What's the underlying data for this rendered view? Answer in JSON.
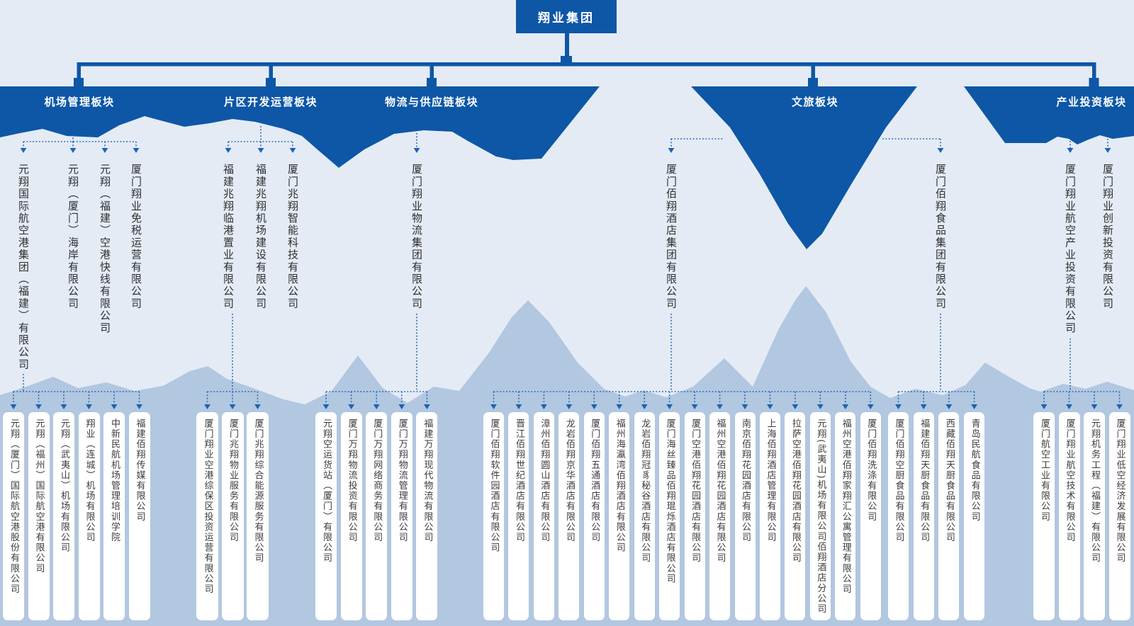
{
  "root": {
    "label": "翔业集团"
  },
  "colors": {
    "banner_blue": "#0d57a6",
    "connector_blue": "#1e63b2",
    "sky": "#e4ebf5",
    "mountain": "#b2c7e0",
    "card": "#ffffff",
    "banner_text": "#ffffff",
    "company_text": "#3c3c3c"
  },
  "divisions": [
    {
      "label": "机场管理板块",
      "subsidiaries": [
        {
          "name": "元翔国际航空港集团（福建）有限公司",
          "children": [
            "元翔（厦门）国际航空港股份有限公司",
            "元翔（福州）国际航空港有限公司",
            "元翔（武夷山）机场有限公司",
            "翔业（连城）机场有限公司",
            "中新民航机场管理培训学院",
            "福建佰翔传媒有限公司"
          ]
        },
        {
          "name": "元翔（厦门）海岸有限公司",
          "children": []
        },
        {
          "name": "元翔（福建）空港快线有限公司",
          "children": []
        },
        {
          "name": "厦门翔业免税运营有限公司",
          "children": []
        }
      ]
    },
    {
      "label": "片区开发运营板块",
      "subsidiaries": [
        {
          "name": "福建兆翔临港置业有限公司",
          "children": [
            "厦门翔业空港综保区投资运营有限公司",
            "厦门兆翔物业服务有限公司",
            "厦门兆翔综合能源服务有限公司"
          ]
        },
        {
          "name": "福建兆翔机场建设有限公司",
          "children": []
        },
        {
          "name": "厦门兆翔智能科技有限公司",
          "children": []
        }
      ]
    },
    {
      "label": "物流与供应链板块",
      "subsidiaries": [
        {
          "name": "厦门翔业物流集团有限公司",
          "children": [
            "元翔空运货站（厦门）有限公司",
            "厦门万翔物流投资有限公司",
            "厦门万翔网络商务有限公司",
            "厦门万翔物流管理有限公司",
            "福建万翔现代物流有限公司"
          ]
        }
      ]
    },
    {
      "label": "文旅板块",
      "subsidiaries": [
        {
          "name": "厦门佰翔酒店集团有限公司",
          "children": [
            "厦门佰翔软件园酒店有限公司",
            "晋江佰翔世纪酒店有限公司",
            "漳州佰翔圆山酒店有限公司",
            "龙岩佰翔京华酒店有限公司",
            "厦门佰翔五通酒店有限公司",
            "福州海瀛湾佰翔酒店有限公司",
            "龙岩佰翔冠豸秘谷酒店有限公司",
            "厦门海丝臻品佰翔琨烁酒店有限公司",
            "厦门空港佰翔花园酒店有限公司",
            "福州空港佰翔花园酒店有限公司",
            "南京佰翔花园酒店有限公司",
            "上海佰翔酒店管理有限公司",
            "拉萨空港佰翔花园酒店有限公司",
            "元翔(武夷山)机场有限公司佰翔酒店分公司",
            "福州空港佰翔家翔汇公寓管理有限公司",
            "厦门佰翔洗涤有限公司"
          ]
        },
        {
          "name": "厦门佰翔食品集团有限公司",
          "children": [
            "厦门佰翔空厨食品有限公司",
            "福建佰翔天厨食品有限公司",
            "西藏佰翔天厨食品有限公司",
            "青岛民航食品有限公司"
          ]
        }
      ]
    },
    {
      "label": "产业投资板块",
      "subsidiaries": [
        {
          "name": "厦门翔业航空产业投资有限公司",
          "children": [
            "厦门航空工业有限公司",
            "厦门翔业航空技术有限公司",
            "元翔机务工程（福建）有限公司",
            "厦门翔业低空经济发展有限公司"
          ]
        },
        {
          "name": "厦门翔业创新投资有限公司",
          "children": []
        }
      ]
    }
  ]
}
